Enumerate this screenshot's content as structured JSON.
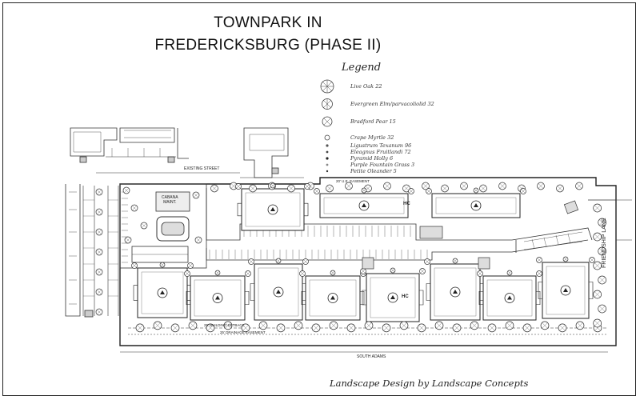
{
  "title": {
    "line1": "TOWNPARK IN",
    "line2": "FREDERICKSBURG  (PHASE II)"
  },
  "legend": {
    "title": "Legend",
    "items": [
      {
        "label": "Live Oak  22",
        "icon": "live-oak-symbol"
      },
      {
        "label": "Evergreen Elm/parvacoliolid 32",
        "icon": "evergreen-elm-symbol"
      },
      {
        "label": "Bradford Pear  15",
        "icon": "bradford-pear-symbol"
      },
      {
        "label": "Crape Myrtle  32",
        "icon": "crape-myrtle-symbol"
      },
      {
        "label": "Ligustrum Texanum  96",
        "icon": "ligustrum-dot"
      },
      {
        "label": "Eleagnus Fruitlandi  72",
        "icon": "eleagnus-dot"
      },
      {
        "label": "Pyramid Holly  6",
        "icon": "pyramid-holly-dot"
      },
      {
        "label": "Purple Fountain Grass  3",
        "icon": "fountain-grass-dot"
      },
      {
        "label": "Petite Oleander  5",
        "icon": "oleander-dot"
      }
    ]
  },
  "labels": {
    "street_top": "EXISTING STREET",
    "cabana": "CABANA\nMAINT.",
    "street_bottom": "SOUTH ADAMS",
    "friendship": "FRIENDSHIP LANE",
    "setback": "25' BUILDING SETBACK",
    "easement": "25' DRAINAGE EASEMENT",
    "easement_top": "20' U.E. EASEMENT",
    "hc": "HC"
  },
  "credit": "Landscape Design by Landscape Concepts"
}
